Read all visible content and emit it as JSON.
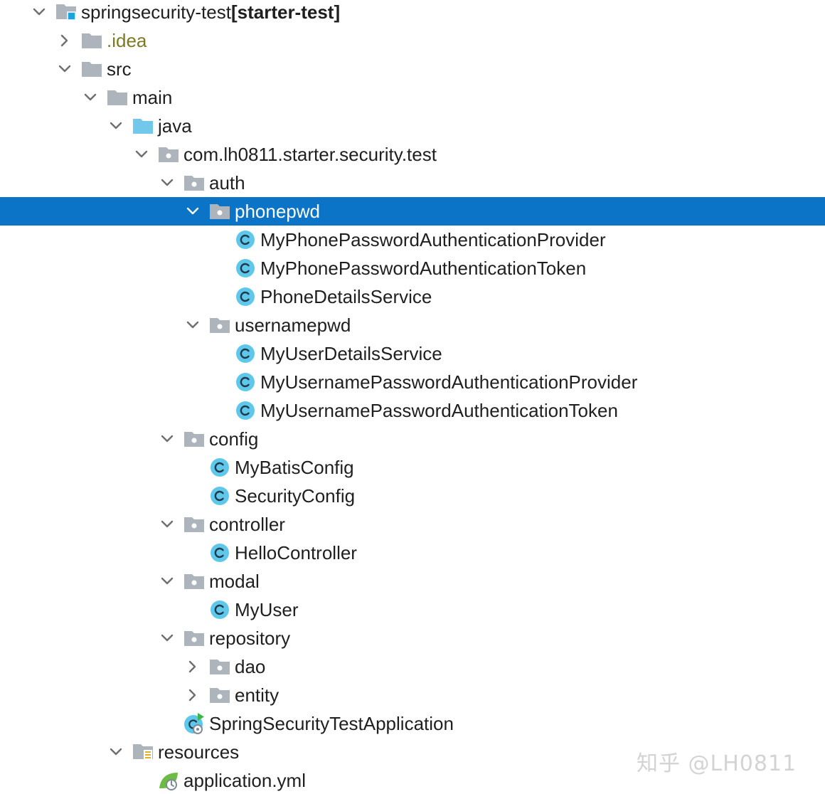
{
  "project_tree": {
    "root": {
      "name": "springsecurity-test",
      "module_tag": "[starter-test]"
    },
    "items": [
      {
        "label": "springsecurity-test",
        "indent": 0,
        "toggle": "expanded",
        "icon": "module-folder-icon"
      },
      {
        "label": ".idea",
        "indent": 1,
        "toggle": "collapsed",
        "icon": "folder-icon"
      },
      {
        "label": "src",
        "indent": 1,
        "toggle": "expanded",
        "icon": "folder-icon"
      },
      {
        "label": "main",
        "indent": 2,
        "toggle": "expanded",
        "icon": "folder-icon"
      },
      {
        "label": "java",
        "indent": 3,
        "toggle": "expanded",
        "icon": "source-root-folder-icon"
      },
      {
        "label": "com.lh0811.starter.security.test",
        "indent": 4,
        "toggle": "expanded",
        "icon": "package-icon"
      },
      {
        "label": "auth",
        "indent": 5,
        "toggle": "expanded",
        "icon": "package-icon"
      },
      {
        "label": "phonepwd",
        "indent": 6,
        "toggle": "expanded",
        "icon": "package-icon",
        "selected": true
      },
      {
        "label": "MyPhonePasswordAuthenticationProvider",
        "indent": 7,
        "toggle": "none",
        "icon": "class-icon"
      },
      {
        "label": "MyPhonePasswordAuthenticationToken",
        "indent": 7,
        "toggle": "none",
        "icon": "class-icon"
      },
      {
        "label": "PhoneDetailsService",
        "indent": 7,
        "toggle": "none",
        "icon": "class-icon"
      },
      {
        "label": "usernamepwd",
        "indent": 6,
        "toggle": "expanded",
        "icon": "package-icon"
      },
      {
        "label": "MyUserDetailsService",
        "indent": 7,
        "toggle": "none",
        "icon": "class-icon"
      },
      {
        "label": "MyUsernamePasswordAuthenticationProvider",
        "indent": 7,
        "toggle": "none",
        "icon": "class-icon"
      },
      {
        "label": "MyUsernamePasswordAuthenticationToken",
        "indent": 7,
        "toggle": "none",
        "icon": "class-icon"
      },
      {
        "label": "config",
        "indent": 5,
        "toggle": "expanded",
        "icon": "package-icon"
      },
      {
        "label": "MyBatisConfig",
        "indent": 6,
        "toggle": "none",
        "icon": "class-icon"
      },
      {
        "label": "SecurityConfig",
        "indent": 6,
        "toggle": "none",
        "icon": "class-icon"
      },
      {
        "label": "controller",
        "indent": 5,
        "toggle": "expanded",
        "icon": "package-icon"
      },
      {
        "label": "HelloController",
        "indent": 6,
        "toggle": "none",
        "icon": "class-icon"
      },
      {
        "label": "modal",
        "indent": 5,
        "toggle": "expanded",
        "icon": "package-icon"
      },
      {
        "label": "MyUser",
        "indent": 6,
        "toggle": "none",
        "icon": "class-icon"
      },
      {
        "label": "repository",
        "indent": 5,
        "toggle": "expanded",
        "icon": "package-icon"
      },
      {
        "label": "dao",
        "indent": 6,
        "toggle": "collapsed",
        "icon": "package-icon"
      },
      {
        "label": "entity",
        "indent": 6,
        "toggle": "collapsed",
        "icon": "package-icon"
      },
      {
        "label": "SpringSecurityTestApplication",
        "indent": 5,
        "toggle": "none",
        "icon": "spring-boot-class-icon"
      },
      {
        "label": "resources",
        "indent": 3,
        "toggle": "expanded",
        "icon": "resources-folder-icon"
      },
      {
        "label": "application.yml",
        "indent": 4,
        "toggle": "none",
        "icon": "spring-config-file-icon"
      }
    ]
  },
  "watermark": {
    "text": "知乎 @LH0811"
  },
  "colors": {
    "selection": "#0b74c6",
    "folder": "#aeb4bb",
    "source_root": "#72c8ea",
    "class_badge": "#5fc7ea",
    "idea_text": "#7a7a24",
    "module_square": "#1aa3dc"
  }
}
